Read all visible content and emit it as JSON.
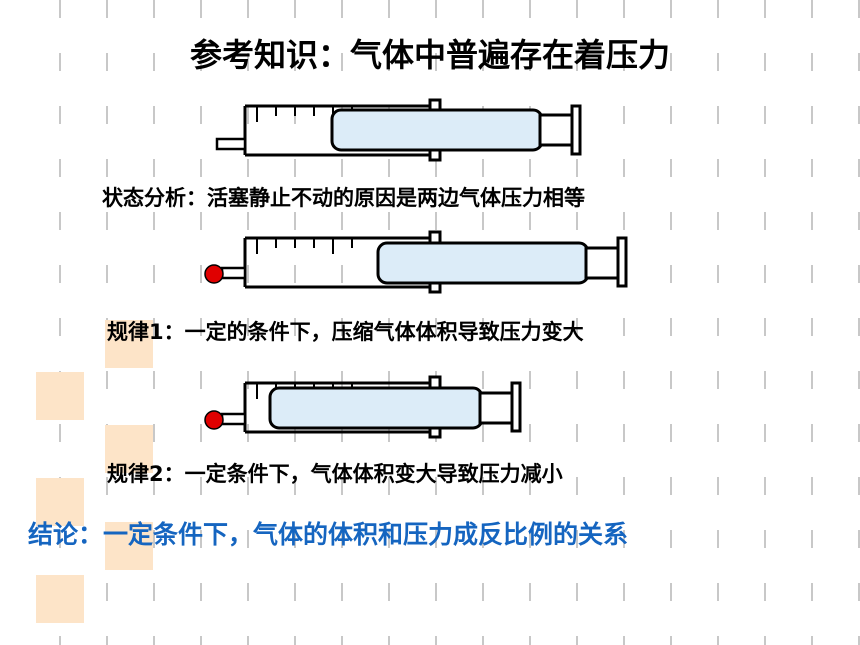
{
  "slide": {
    "title": "参考知识：气体中普遍存在着压力",
    "state_analysis": "状态分析：活塞静止不动的原因是两边气体压力相等",
    "rule1": "规律1：一定的条件下，压缩气体体积导致压力变大",
    "rule2": "规律2：一定条件下，气体体积变大导致压力减小",
    "conclusion": "结论：一定条件下，气体的体积和压力成反比例的关系"
  },
  "colors": {
    "background": "#ffffff",
    "grid_dash": "#c8c8c8",
    "decor_square": "#fde4c8",
    "gas_fill": "#dcecf8",
    "seal_dot": "#e00000",
    "conclusion_text": "#1565c0"
  },
  "diagrams": [
    {
      "name": "syringe-equilibrium",
      "sealed_tip": false
    },
    {
      "name": "syringe-compressed",
      "sealed_tip": true
    },
    {
      "name": "syringe-expanded",
      "sealed_tip": true
    }
  ]
}
